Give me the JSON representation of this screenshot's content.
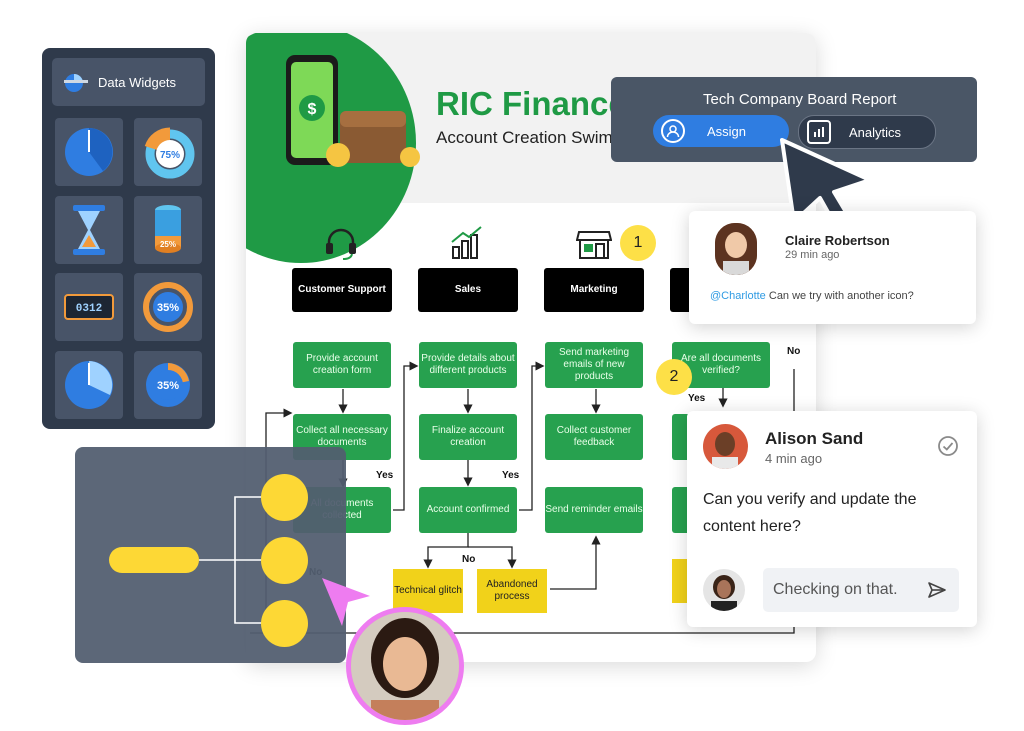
{
  "widgets_panel": {
    "title": "Data Widgets",
    "tiles": [
      {
        "icon": "clock-pie-icon"
      },
      {
        "icon": "donut-chart-icon",
        "value": "75%"
      },
      {
        "icon": "hourglass-icon"
      },
      {
        "icon": "cylinder-gauge-icon",
        "value": "25%"
      },
      {
        "icon": "counter-icon",
        "value": "0312"
      },
      {
        "icon": "ring-gauge-icon",
        "value": "35%"
      },
      {
        "icon": "clock-pie-icon"
      },
      {
        "icon": "pie-chart-icon",
        "value": "35%"
      }
    ]
  },
  "canvas": {
    "brand": "RIC Finance Ltd.",
    "subtitle": "Account Creation Swimlane",
    "lanes": [
      {
        "title": "Customer Support",
        "icon": "headset-icon"
      },
      {
        "title": "Sales",
        "icon": "bar-growth-icon"
      },
      {
        "title": "Marketing",
        "icon": "storefront-icon"
      },
      {
        "title": "",
        "icon": ""
      }
    ],
    "boxes": {
      "cs1": "Provide account creation form",
      "cs2": "Collect all necessary documents",
      "cs3": "All documents collected",
      "s1": "Provide details about different products",
      "s2": "Finalize account creation",
      "s3": "Account confirmed",
      "m1": "Send marketing emails of new products",
      "m2": "Collect customer feedback",
      "m3": "Send reminder emails",
      "d1": "Are all documents verified?",
      "y1": "Technical glitch",
      "y2": "Abandoned process"
    },
    "labels": {
      "yes": "Yes",
      "no": "No"
    },
    "badges": [
      "1",
      "2"
    ]
  },
  "toolbar": {
    "title": "Tech Company Board Report",
    "assign": "Assign",
    "analytics": "Analytics",
    "colors": {
      "assign": "#2f7de1",
      "panel": "#4a5666"
    }
  },
  "comment1": {
    "name": "Claire Robertson",
    "time": "29 min ago",
    "mention": "@Charlotte",
    "text": "Can we try with another icon?"
  },
  "comment2": {
    "name": "Alison Sand",
    "time": "4 min ago",
    "text": "Can you verify and update the content here?",
    "reply_placeholder": "Checking on that."
  },
  "colors": {
    "brand_green": "#1f9a45",
    "box_green": "#27a14f",
    "yellow": "#f1d21a",
    "accent_pink": "#ee7cf0"
  }
}
